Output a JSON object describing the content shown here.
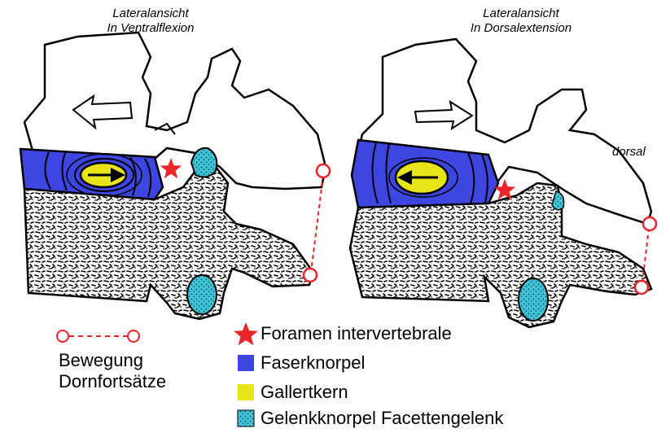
{
  "left_panel": {
    "title_line1": "Lateralansicht",
    "title_line2": "In Ventralflexion"
  },
  "right_panel": {
    "title_line1": "Lateralansicht",
    "title_line2": "In Dorsalextension",
    "dorsal_label": "dorsal"
  },
  "legend": {
    "movement_line1": "Bewegung",
    "movement_line2": "Dornfortsätze",
    "items": [
      {
        "label": "Foramen intervertebrale",
        "color": "#e8262a",
        "symbol": "star"
      },
      {
        "label": "Faserknorpel",
        "color": "#3d46e0",
        "symbol": "square"
      },
      {
        "label": "Gallertkern",
        "color": "#e8e41a",
        "symbol": "square"
      },
      {
        "label": "Gelenkknorpel Facettengelenk",
        "color": "#3ec3d6",
        "symbol": "dotted-square"
      }
    ]
  },
  "colors": {
    "outline": "#000000",
    "marker": "#e8262a",
    "cartilage": "#3ec3d6",
    "disc": "#3d46e0",
    "nucleus": "#e8e41a"
  }
}
